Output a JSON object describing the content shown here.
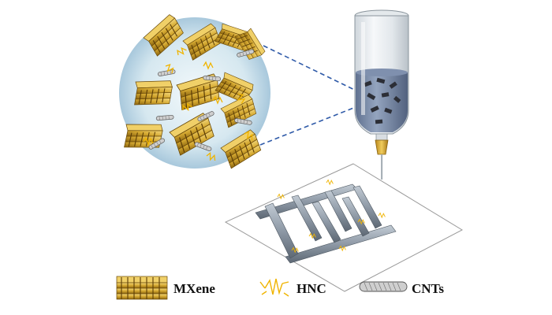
{
  "legend": {
    "mxene_label": "MXene",
    "hnc_label": "HNC",
    "cnts_label": "CNTs"
  },
  "colors": {
    "mxene_gold": "#d4a830",
    "mxene_dark": "#6b4a08",
    "hnc_yellow": "#f0b400",
    "cnt_gray": "#9a9a9a",
    "sphere_blue": "#a8c8dc",
    "ink_blue": "#3a5a9a",
    "dashed_line": "#2f5aa8",
    "needle_gold": "#d6a62c",
    "electrode_gray": "#8a94a0"
  },
  "icons": {
    "syringe": "syringe-icon",
    "sphere": "magnified-ink-sphere",
    "substrate": "printed-electrode-substrate"
  }
}
